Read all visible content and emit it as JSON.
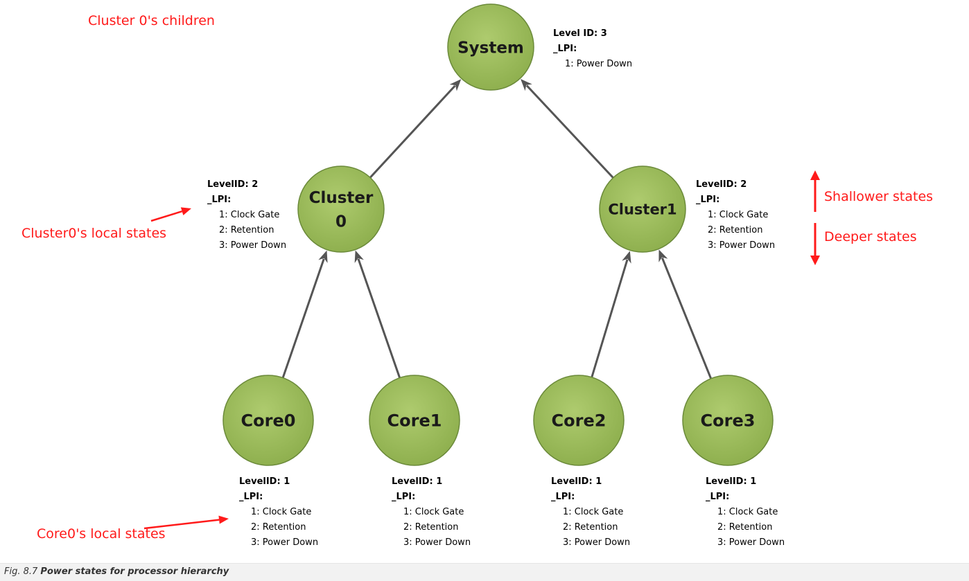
{
  "caption": {
    "number": "Fig. 8.7",
    "title": "Power states for processor hierarchy"
  },
  "colors": {
    "node_fill": "#9bbb59",
    "node_fill_dark": "#7fa33e",
    "node_stroke": "#6b8a3a",
    "edge": "#555555",
    "annotation": "#ff1a1a"
  },
  "nodes": {
    "system": {
      "label": [
        "System"
      ]
    },
    "cluster0": {
      "label": [
        "Cluster",
        "0"
      ]
    },
    "cluster1": {
      "label": [
        "Cluster1"
      ]
    },
    "core0": {
      "label": [
        "Core0"
      ]
    },
    "core1": {
      "label": [
        "Core1"
      ]
    },
    "core2": {
      "label": [
        "Core2"
      ]
    },
    "core3": {
      "label": [
        "Core3"
      ]
    }
  },
  "edges": [
    [
      "cluster0",
      "system"
    ],
    [
      "cluster1",
      "system"
    ],
    [
      "core0",
      "cluster0"
    ],
    [
      "core1",
      "cluster0"
    ],
    [
      "core2",
      "cluster1"
    ],
    [
      "core3",
      "cluster1"
    ]
  ],
  "info_blocks": {
    "system": [
      "Level ID: 3",
      "_LPI:",
      "1: Power Down"
    ],
    "cluster0": [
      "LevelID: 2",
      "_LPI:",
      "1: Clock Gate",
      "2: Retention",
      "3: Power Down"
    ],
    "cluster1": [
      "LevelID: 2",
      "_LPI:",
      "1: Clock Gate",
      "2: Retention",
      "3: Power Down"
    ],
    "core0": [
      "LevelID: 1",
      "_LPI:",
      "1: Clock Gate",
      "2: Retention",
      "3: Power Down"
    ],
    "core1": [
      "LevelID: 1",
      "_LPI:",
      "1: Clock Gate",
      "2: Retention",
      "3: Power Down"
    ],
    "core2": [
      "LevelID: 1",
      "_LPI:",
      "1: Clock Gate",
      "2: Retention",
      "3: Power Down"
    ],
    "core3": [
      "LevelID: 1",
      "_LPI:",
      "1: Clock Gate",
      "2: Retention",
      "3: Power Down"
    ]
  },
  "annotations": {
    "cluster0_children": "Cluster 0's children",
    "cluster0_local": "Cluster0's local states",
    "core0_local": "Core0's local states",
    "shallower": "Shallower states",
    "deeper": "Deeper states"
  }
}
